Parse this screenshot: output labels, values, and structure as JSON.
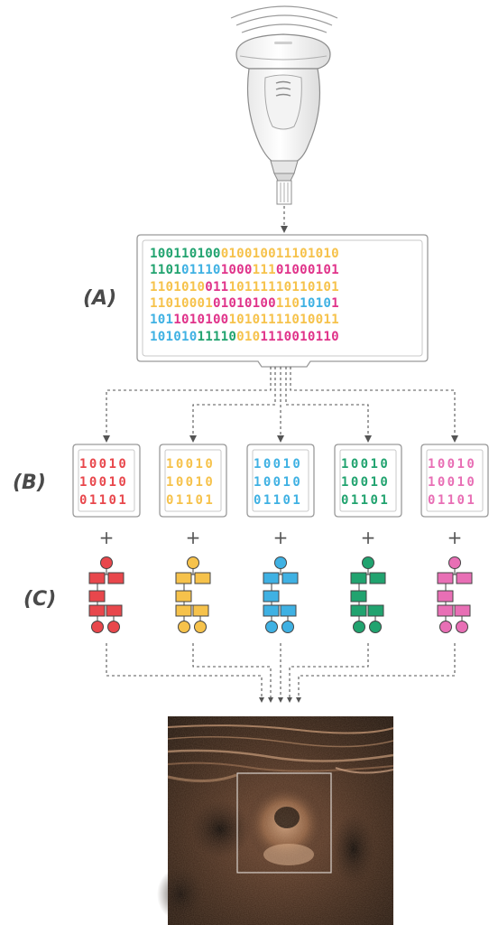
{
  "labels": {
    "a": "(A)",
    "b": "(B)",
    "c": "(C)"
  },
  "palette": {
    "red": "#e8474c",
    "yellow": "#f6c24b",
    "blue": "#3fb1e3",
    "green": "#21a36f",
    "pink": "#e86fb5",
    "magenta": "#e0338a"
  },
  "panel_a": {
    "rows": [
      "100110100010010011101010",
      "110101110100011101000101",
      "110101001110111110110101",
      "110100010101010011010101",
      "101101010010101111010011",
      "101010111100101110010110"
    ]
  },
  "panel_b": {
    "rows": [
      "10010",
      "10010",
      "01101"
    ],
    "colors": [
      "red",
      "yellow",
      "blue",
      "green",
      "pink"
    ]
  },
  "plus": "+"
}
